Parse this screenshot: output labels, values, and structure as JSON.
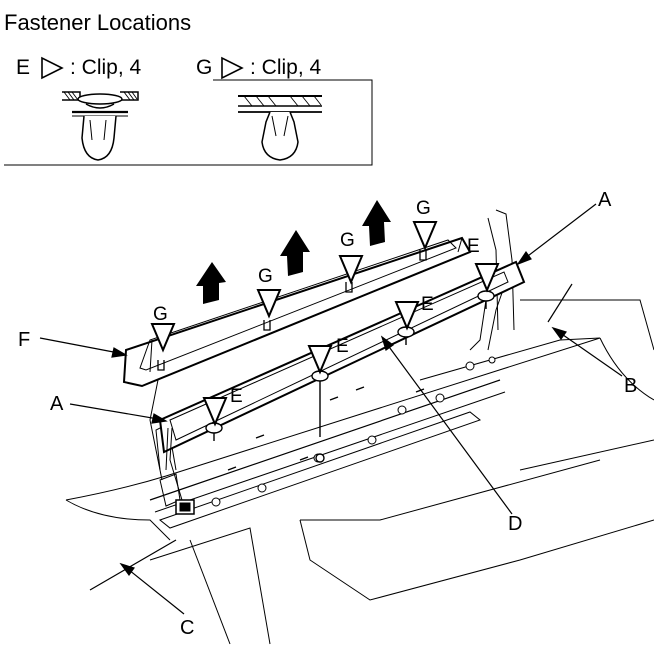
{
  "legend": {
    "title": "Fastener Locations",
    "items": [
      {
        "letter": "E",
        "text": ": Clip, 4"
      },
      {
        "letter": "G",
        "text": ": Clip, 4"
      }
    ]
  },
  "callouts": {
    "a_top": "A",
    "a_left": "A",
    "b": "B",
    "c": "C",
    "d": "D",
    "f": "F"
  },
  "clip_markers": {
    "g": [
      "G",
      "G",
      "G",
      "G"
    ],
    "e": [
      "E",
      "E",
      "E",
      "E"
    ]
  },
  "icons": [
    "triangle-marker-icon",
    "up-arrow-icon",
    "clip-e-icon",
    "clip-g-icon"
  ]
}
